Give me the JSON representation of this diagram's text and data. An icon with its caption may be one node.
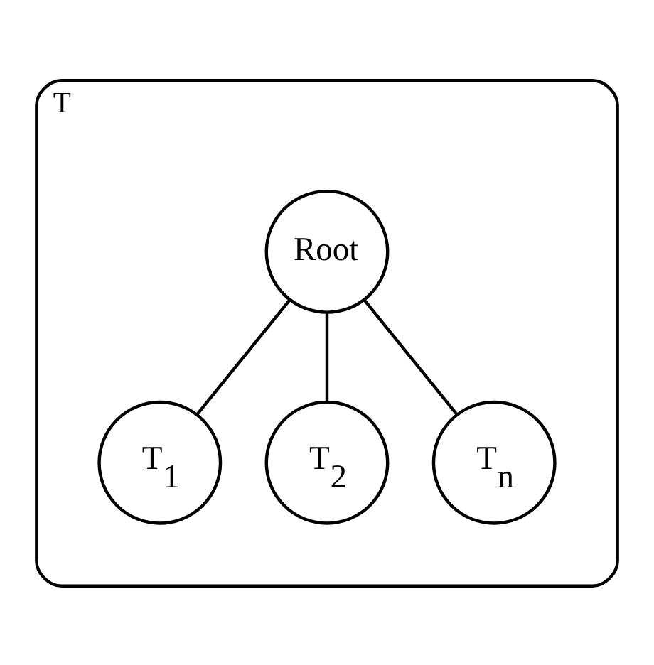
{
  "diagram": {
    "nodes": [
      {
        "text": [
          "T"
        ]
      },
      {
        "text": [
          "Root"
        ],
        "in": 0
      },
      {
        "text": [
          "T$_{1}$"
        ],
        "in": 0
      },
      {
        "text": [
          "T$_{2}$"
        ],
        "in": 0
      },
      {
        "text": [
          "T$_{n}$"
        ],
        "in": 0
      }
    ],
    "edges": [
      {
        "from": 1,
        "to": 2,
        "arrow": "none"
      },
      {
        "from": 1,
        "to": 3,
        "arrow": "none"
      },
      {
        "from": 1,
        "to": 4,
        "arrow": "none"
      }
    ]
  }
}
